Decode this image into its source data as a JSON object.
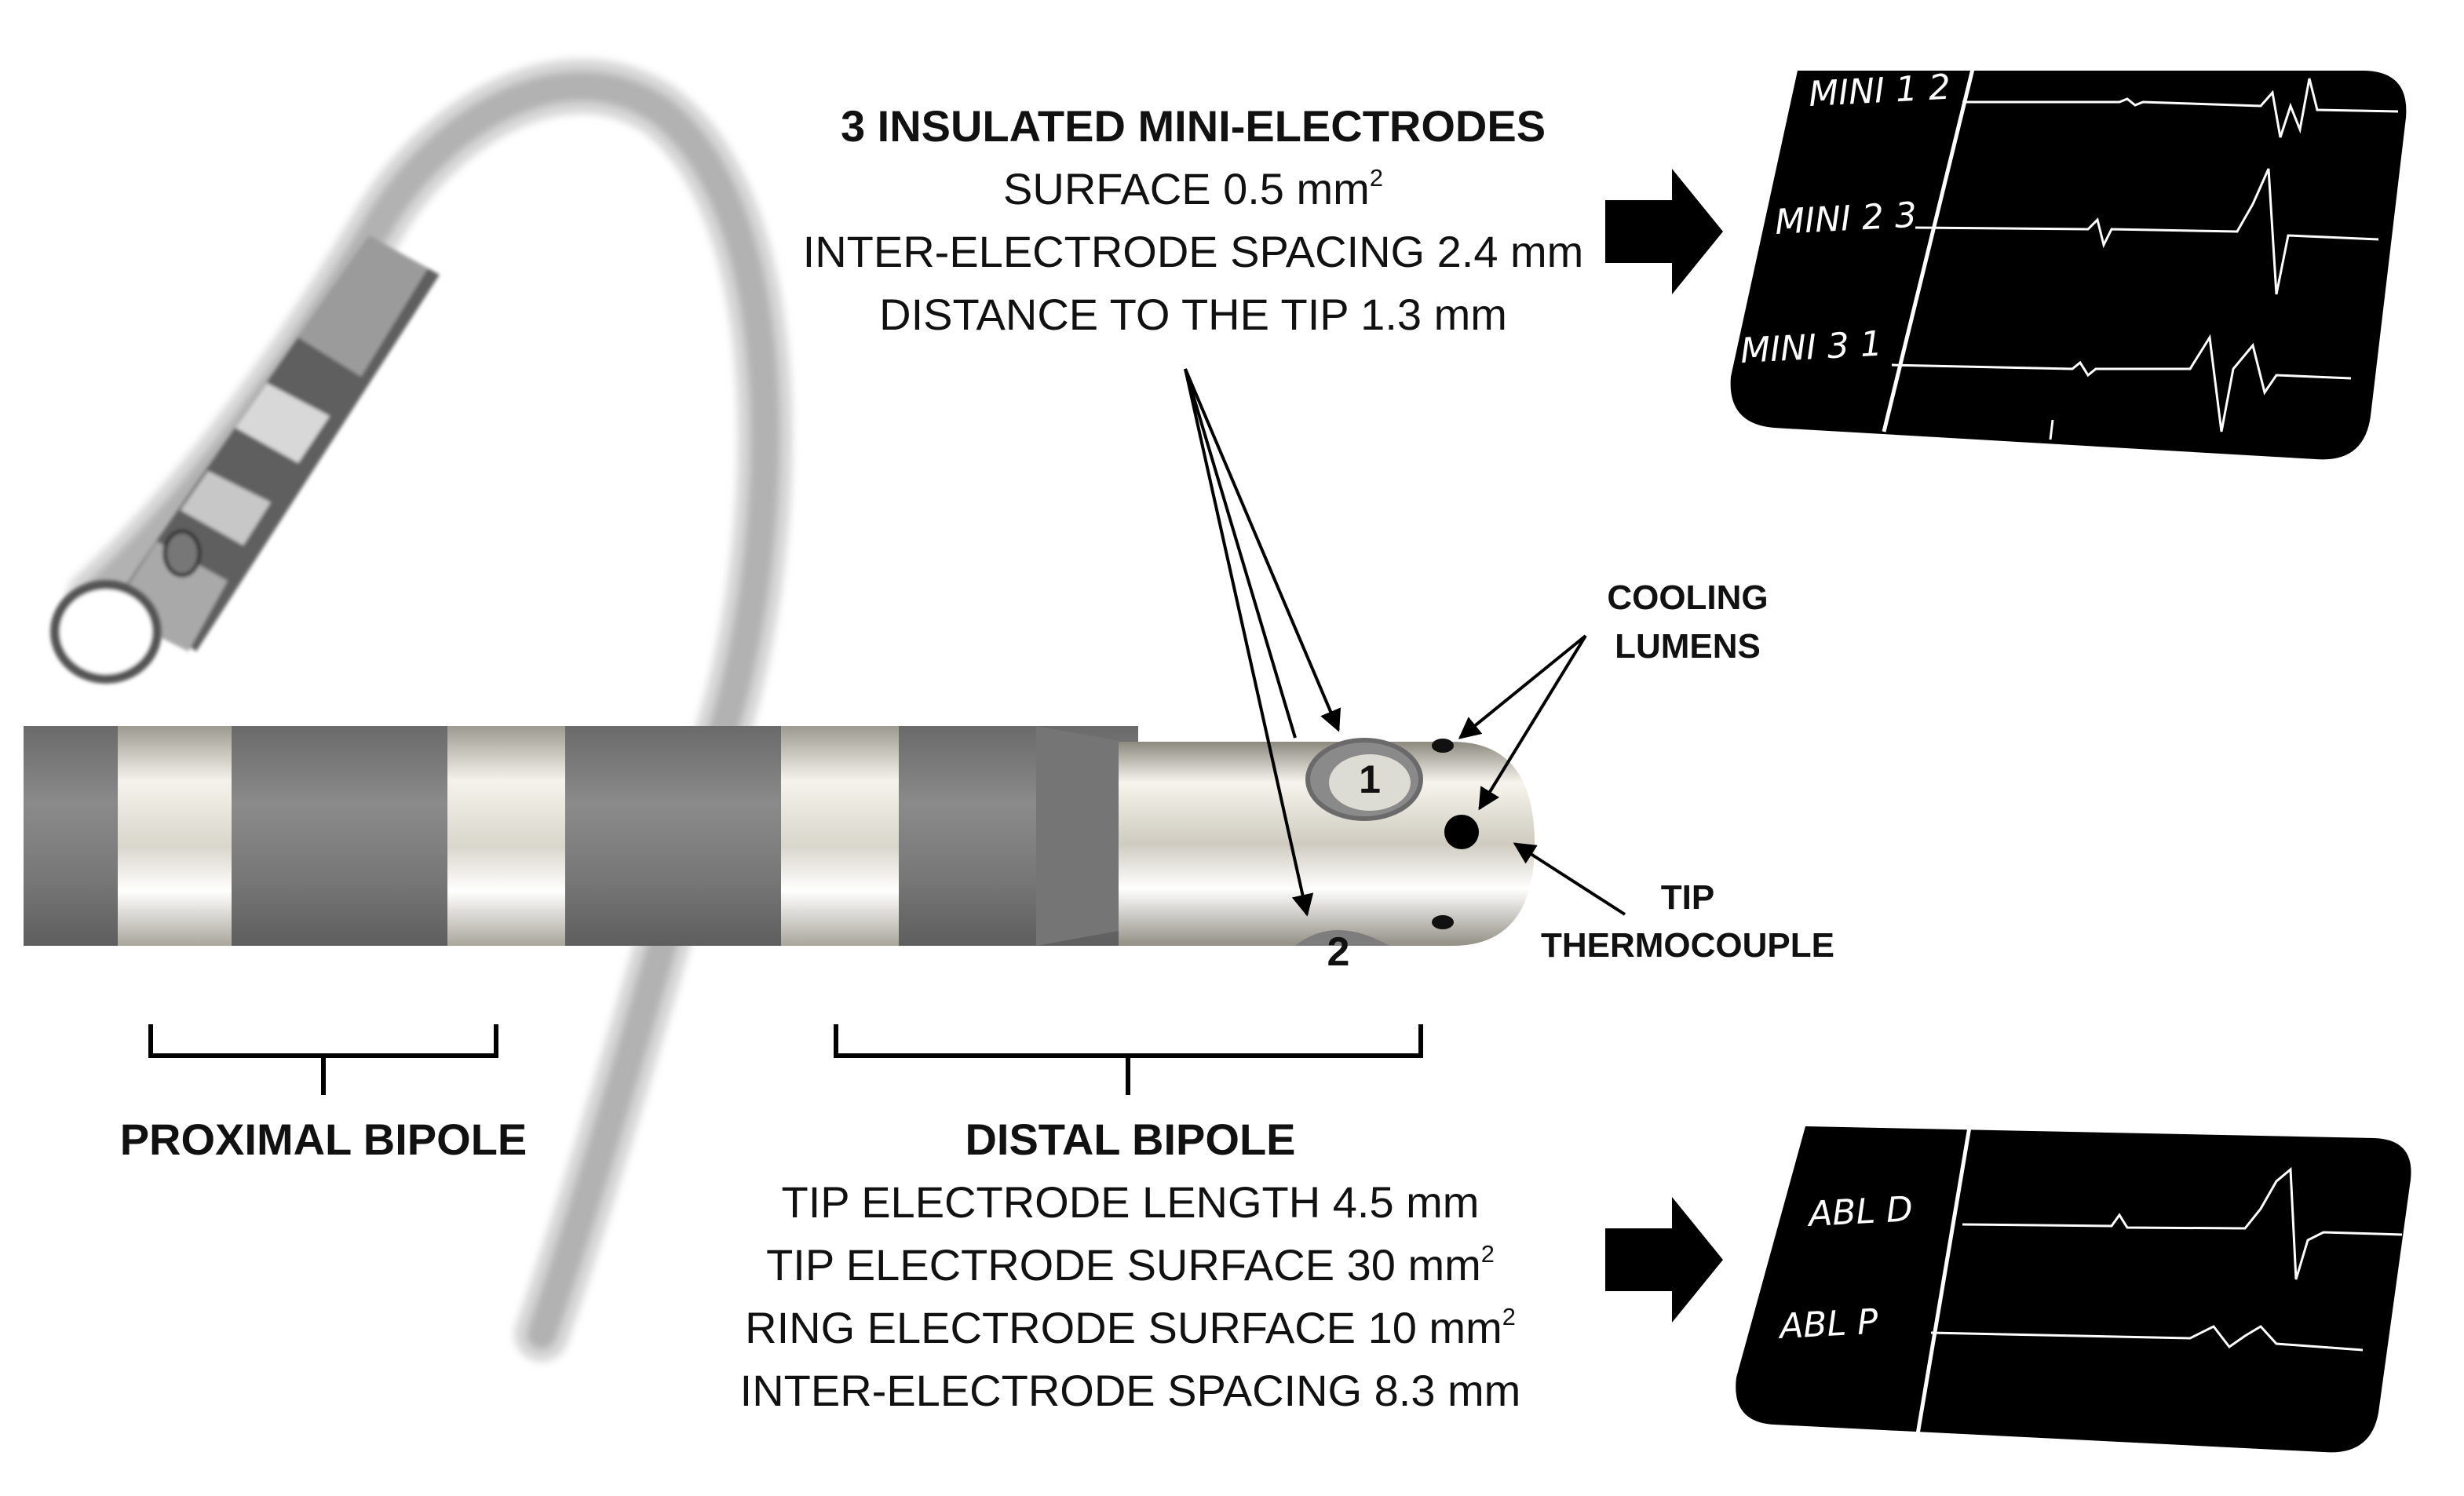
{
  "mini_electrodes": {
    "title": "3 INSULATED MINI-ELECTRODES",
    "surface": "SURFACE 0.5 mm",
    "surface_sup": "2",
    "spacing": "INTER-ELECTRODE SPACING 2.4 mm",
    "distance": "DISTANCE TO THE TIP 1.3 mm"
  },
  "labels": {
    "cooling": "COOLING",
    "lumens": "LUMENS",
    "tip": "TIP",
    "thermocouple": "THERMOCOUPLE",
    "electrode_1": "1",
    "electrode_2": "2",
    "proximal_bipole": "PROXIMAL BIPOLE"
  },
  "distal_bipole": {
    "title": "DISTAL BIPOLE",
    "tip_length": "TIP ELECTRODE LENGTH 4.5 mm",
    "tip_surface": "TIP ELECTRODE SURFACE 30 mm",
    "tip_surface_sup": "2",
    "ring_surface": "RING ELECTRODE SURFACE 10 mm",
    "ring_surface_sup": "2",
    "spacing": "INTER-ELECTRODE SPACING 8.3 mm"
  },
  "traces_top": [
    "MINI 1 2",
    "MINI 2 3",
    "MINI 3 1"
  ],
  "traces_bottom": [
    "ABL D",
    "ABL P"
  ],
  "colors": {
    "shaft": "#7a7a7a",
    "ring": "#e8e6df",
    "panel": "#000000",
    "trace": "#ffffff"
  }
}
